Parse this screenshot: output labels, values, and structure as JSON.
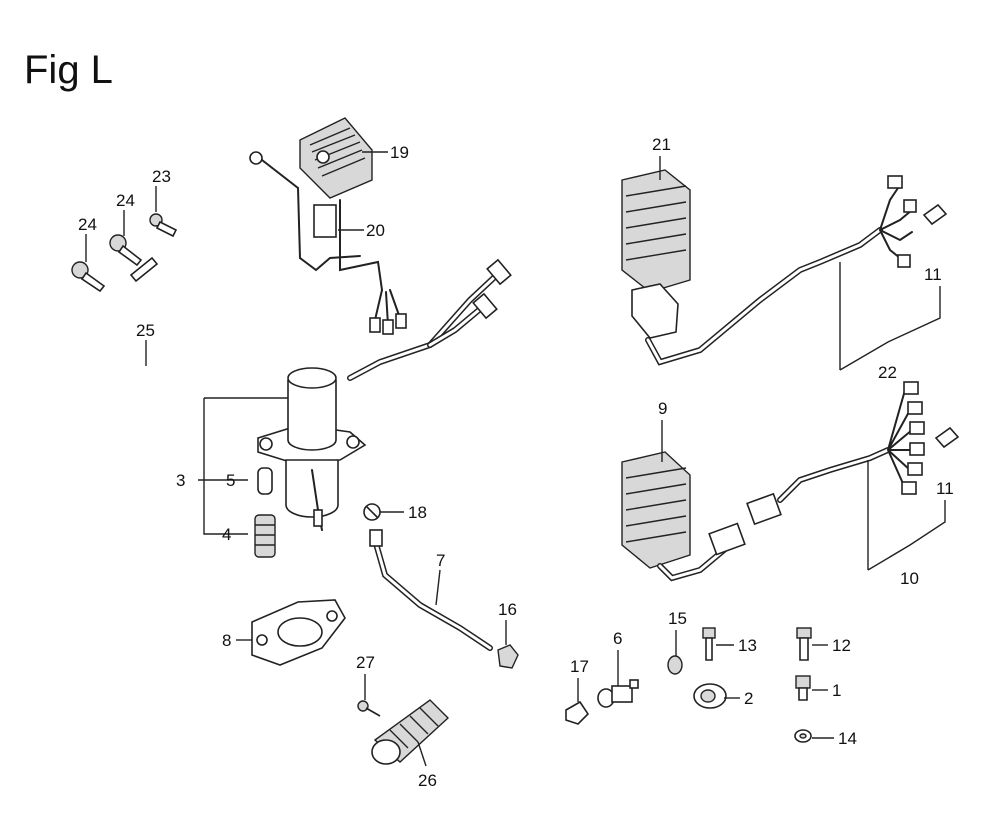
{
  "figure": {
    "title": "Fig L"
  },
  "callouts": {
    "c1": "1",
    "c2": "2",
    "c3": "3",
    "c4": "4",
    "c5": "5",
    "c6": "6",
    "c7": "7",
    "c8": "8",
    "c9": "9",
    "c10": "10",
    "c11a": "11",
    "c11b": "11",
    "c12": "12",
    "c13": "13",
    "c14": "14",
    "c15": "15",
    "c16": "16",
    "c17": "17",
    "c18": "18",
    "c19": "19",
    "c20": "20",
    "c21": "21",
    "c22": "22",
    "c23": "23",
    "c24a": "24",
    "c24b": "24",
    "c25": "25",
    "c26": "26",
    "c27": "27"
  },
  "parts": [
    "screw",
    "bolt",
    "gasket",
    "pin",
    "solenoid",
    "harness",
    "regulator",
    "heat-sink",
    "connector",
    "tube",
    "clamp",
    "nut",
    "washer",
    "boot"
  ]
}
